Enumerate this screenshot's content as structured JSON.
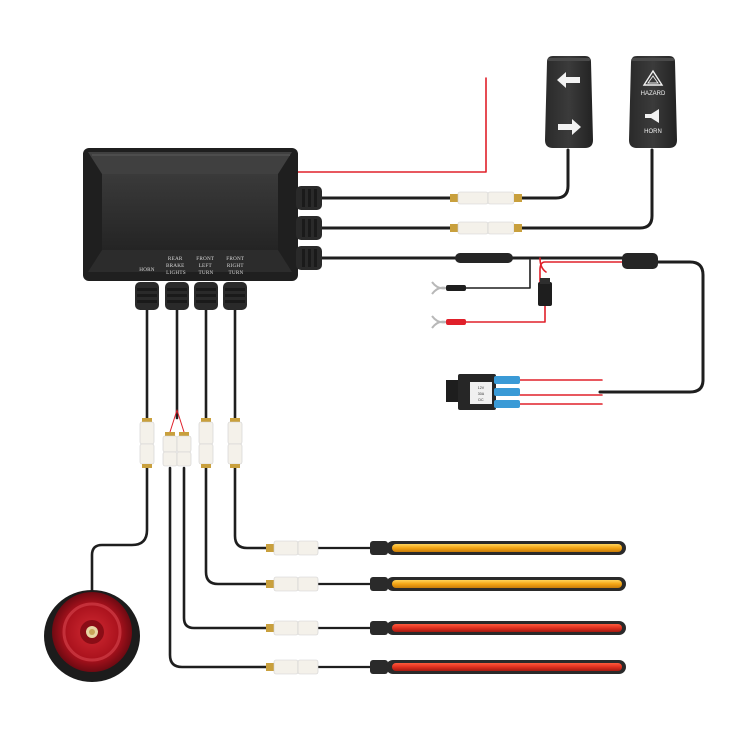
{
  "control_box": {
    "port_labels": [
      [
        "HORN"
      ],
      [
        "REAR",
        "BRAKE",
        "LIGHTS"
      ],
      [
        "FRONT",
        "LEFT",
        "TURN"
      ],
      [
        "FRONT",
        "RIGHT",
        "TURN"
      ]
    ]
  },
  "switches": {
    "hazard_horn": {
      "top_label": "HAZARD",
      "bottom_label": "HORN",
      "top_icon": "hazard-triangle-icon",
      "bottom_icon": "horn-icon"
    },
    "turn": {
      "top_icon": "left-arrow-icon",
      "bottom_icon": "right-arrow-icon"
    }
  },
  "relay": {
    "text_lines": [
      "12V",
      "30A",
      "DC"
    ]
  },
  "colors": {
    "housing": "#2b2b2b",
    "cable": "#1e1e1e",
    "red_wire": "#e0202a",
    "amber_strip": "#f1a51a",
    "red_strip": "#e0301f",
    "horn_red": "#b3151f"
  }
}
